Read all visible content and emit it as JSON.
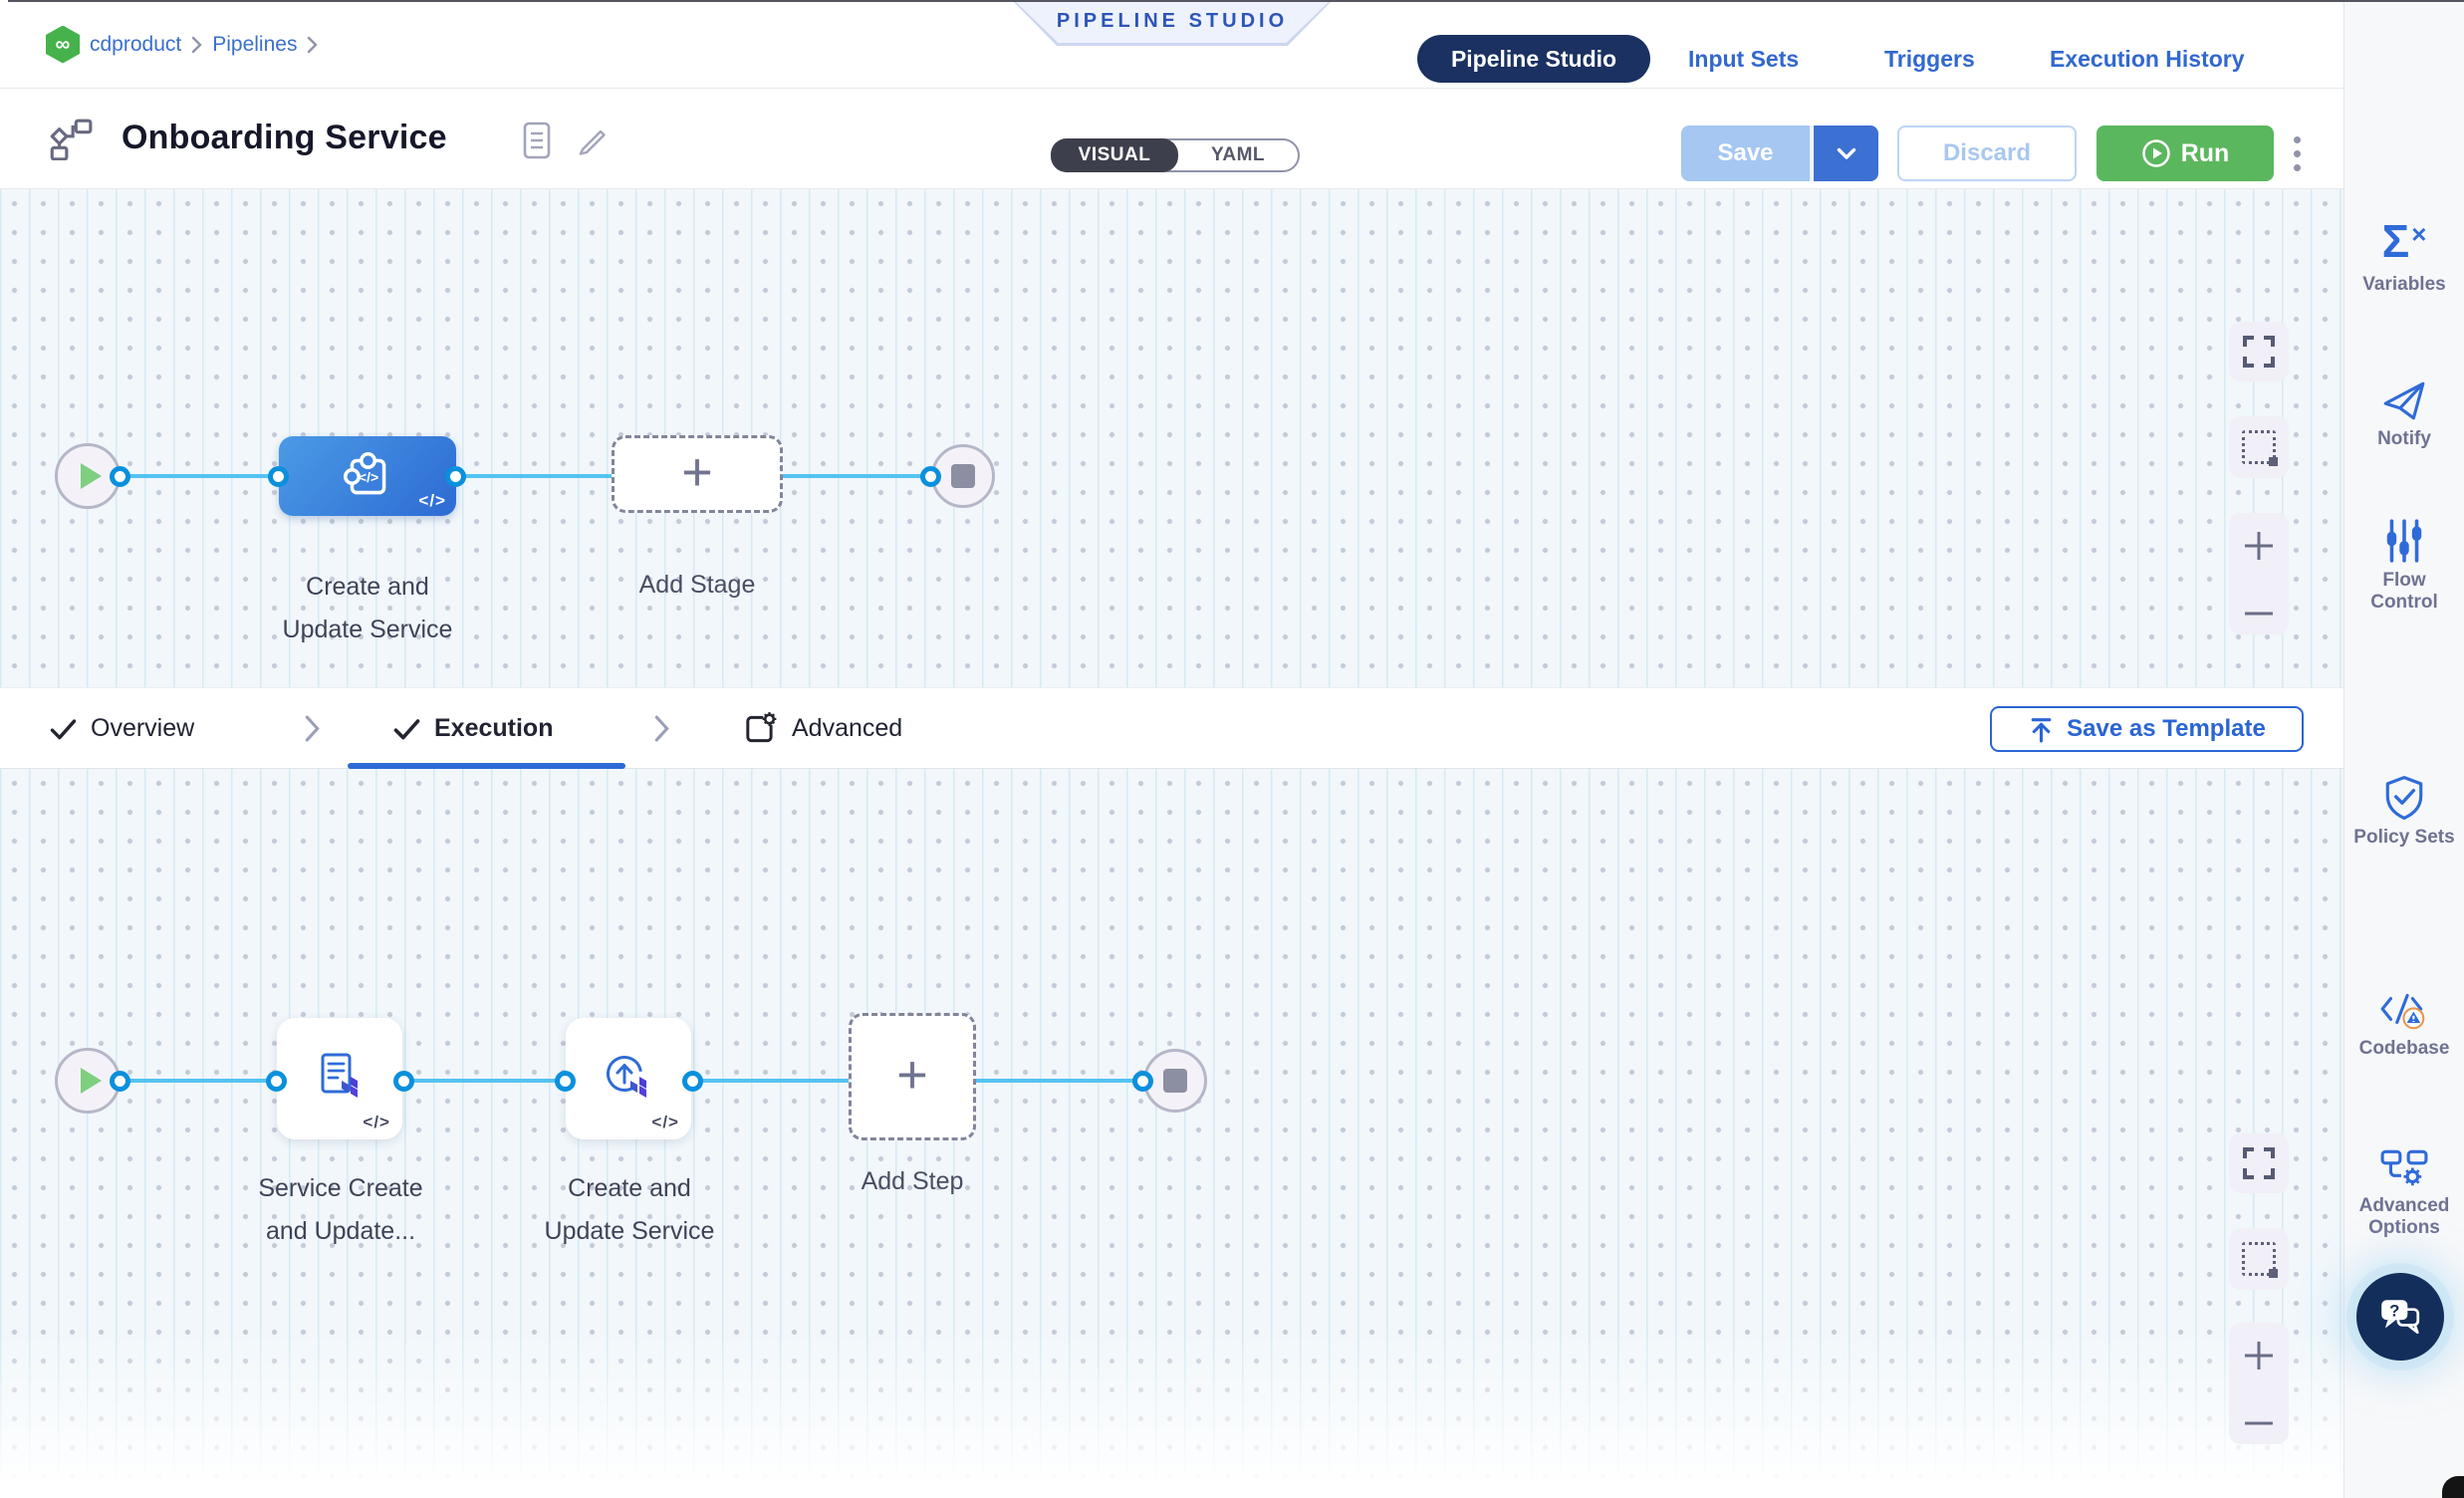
{
  "ribbon": {
    "label": "PIPELINE STUDIO"
  },
  "breadcrumb": {
    "project": "cdproduct",
    "section": "Pipelines"
  },
  "topnav": {
    "tabs": [
      {
        "label": "Pipeline Studio",
        "active": true
      },
      {
        "label": "Input Sets",
        "active": false
      },
      {
        "label": "Triggers",
        "active": false
      },
      {
        "label": "Execution History",
        "active": false
      }
    ]
  },
  "header": {
    "title": "Onboarding Service",
    "view_toggle": {
      "options": [
        "VISUAL",
        "YAML"
      ],
      "selected": "VISUAL"
    },
    "save_label": "Save",
    "discard_label": "Discard",
    "run_label": "Run"
  },
  "stage_canvas": {
    "stage_label_lines": [
      "Create and",
      "Update Service"
    ],
    "add_stage_label": "Add Stage",
    "code_glyph": "</>"
  },
  "config_tabs": {
    "items": [
      {
        "label": "Overview",
        "checked": true,
        "active": false
      },
      {
        "label": "Execution",
        "checked": true,
        "active": true
      },
      {
        "label": "Advanced",
        "checked": false,
        "active": false
      }
    ],
    "save_as_template": "Save as Template"
  },
  "step_canvas": {
    "steps": [
      {
        "label_lines": [
          "Service Create",
          "and Update..."
        ]
      },
      {
        "label_lines": [
          "Create and",
          "Update Service"
        ]
      }
    ],
    "add_step_label": "Add Step",
    "code_glyph": "</>"
  },
  "sidebar": {
    "items": [
      {
        "icon": "variables-icon",
        "label": "Variables"
      },
      {
        "icon": "notify-icon",
        "label": "Notify"
      },
      {
        "icon": "flow-control-icon",
        "label": "Flow Control"
      },
      {
        "icon": "policy-sets-icon",
        "label": "Policy Sets"
      },
      {
        "icon": "codebase-icon",
        "label": "Codebase"
      },
      {
        "icon": "advanced-options-icon",
        "label": "Advanced Options"
      }
    ]
  },
  "colors": {
    "accent_blue": "#2f6bd8",
    "link_blue": "#3168cf",
    "navy_pill": "#1b3161",
    "run_green": "#5bb75e",
    "edge_blue": "#54c3f0",
    "canvas_bg": "#f1f7fb",
    "stage_gradient_start": "#4b9ae6",
    "stage_gradient_end": "#2d6bd3"
  }
}
